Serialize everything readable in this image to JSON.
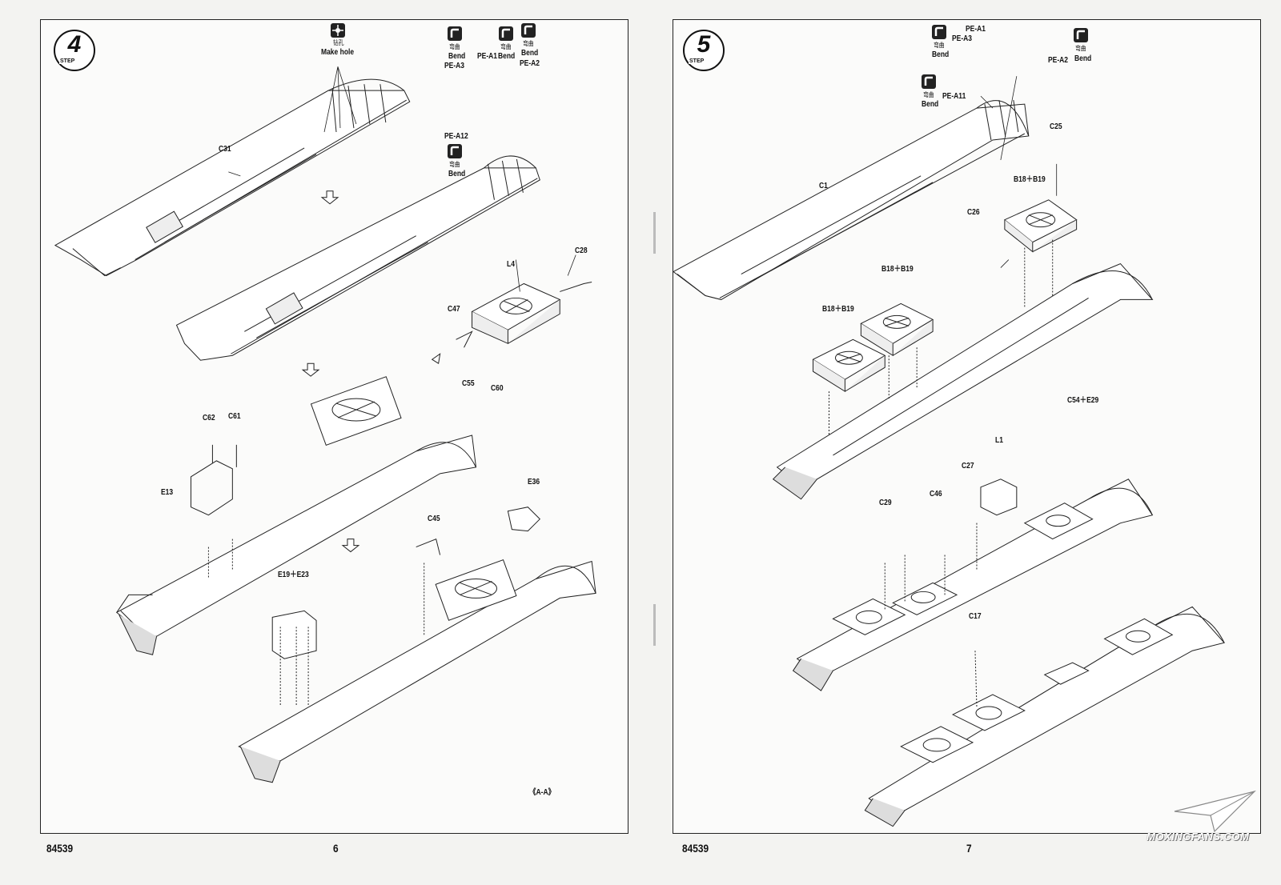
{
  "left_page": {
    "step": {
      "number": "4",
      "word": "STEP"
    },
    "make_hole": {
      "cn": "钻孔",
      "en": "Make hole"
    },
    "bend_cn": "弯曲",
    "bend_en": "Bend",
    "parts": {
      "pe_a3": "PE-A3",
      "pe_a1": "PE-A1",
      "pe_a2": "PE-A2",
      "pe_a12": "PE-A12",
      "c31": "C31",
      "l4": "L4",
      "c28": "C28",
      "c47": "C47",
      "c55": "C55",
      "c60": "C60",
      "c62": "C62",
      "c61": "C61",
      "e13": "E13",
      "e36": "E36",
      "c45": "C45",
      "e19_e23": "E19＋E23"
    },
    "section_mark": "《A-A》",
    "footer_code": "84539",
    "page_number": "6"
  },
  "right_page": {
    "step": {
      "number": "5",
      "word": "STEP"
    },
    "bend_cn": "弯曲",
    "bend_en": "Bend",
    "parts": {
      "pe_a1": "PE-A1",
      "pe_a3": "PE-A3",
      "pe_a2": "PE-A2",
      "pe_a11": "PE-A11",
      "c25": "C25",
      "c1": "C1",
      "b18_b19_top": "B18＋B19",
      "c26": "C26",
      "b18_b19_mid": "B18＋B19",
      "b18_b19_left": "B18＋B19",
      "c54_e29": "C54＋E29",
      "l1": "L1",
      "c27": "C27",
      "c46": "C46",
      "c29": "C29",
      "c17": "C17"
    },
    "footer_code": "84539",
    "page_number": "7"
  },
  "watermark": "MOXINGFANS.COM",
  "icons": [
    "drill-icon",
    "bend-icon"
  ]
}
